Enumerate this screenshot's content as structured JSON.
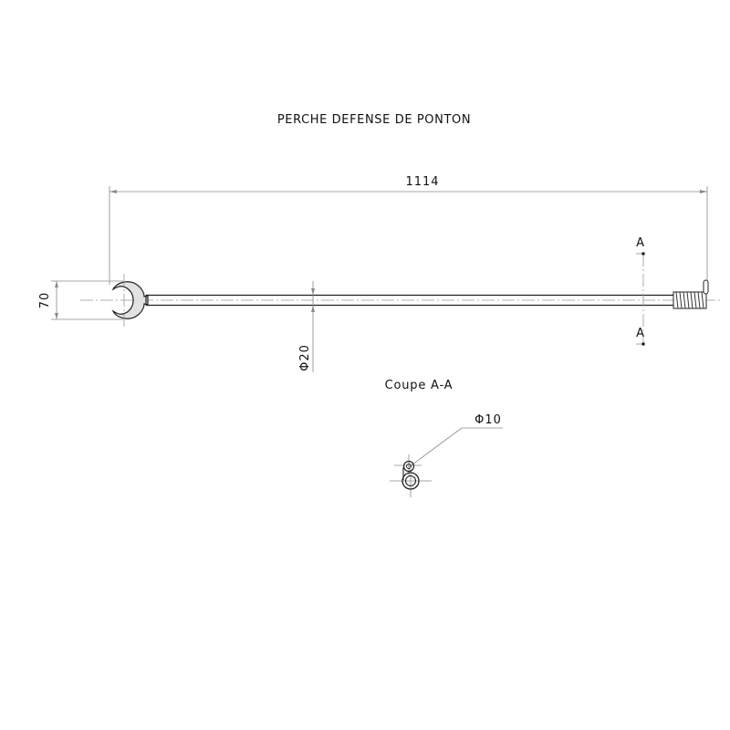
{
  "drawing": {
    "title": "PERCHE DEFENSE DE PONTON",
    "dimensions": {
      "overall_length": "1114",
      "fork_height": "70",
      "tube_diameter": "Φ20",
      "section_diameter": "Φ10"
    },
    "section_marks": {
      "top": "A",
      "bottom": "A"
    },
    "section_label": "Coupe A-A",
    "colors": {
      "line": "#222222",
      "dimension": "#8a8a8a",
      "background": "#ffffff"
    }
  }
}
